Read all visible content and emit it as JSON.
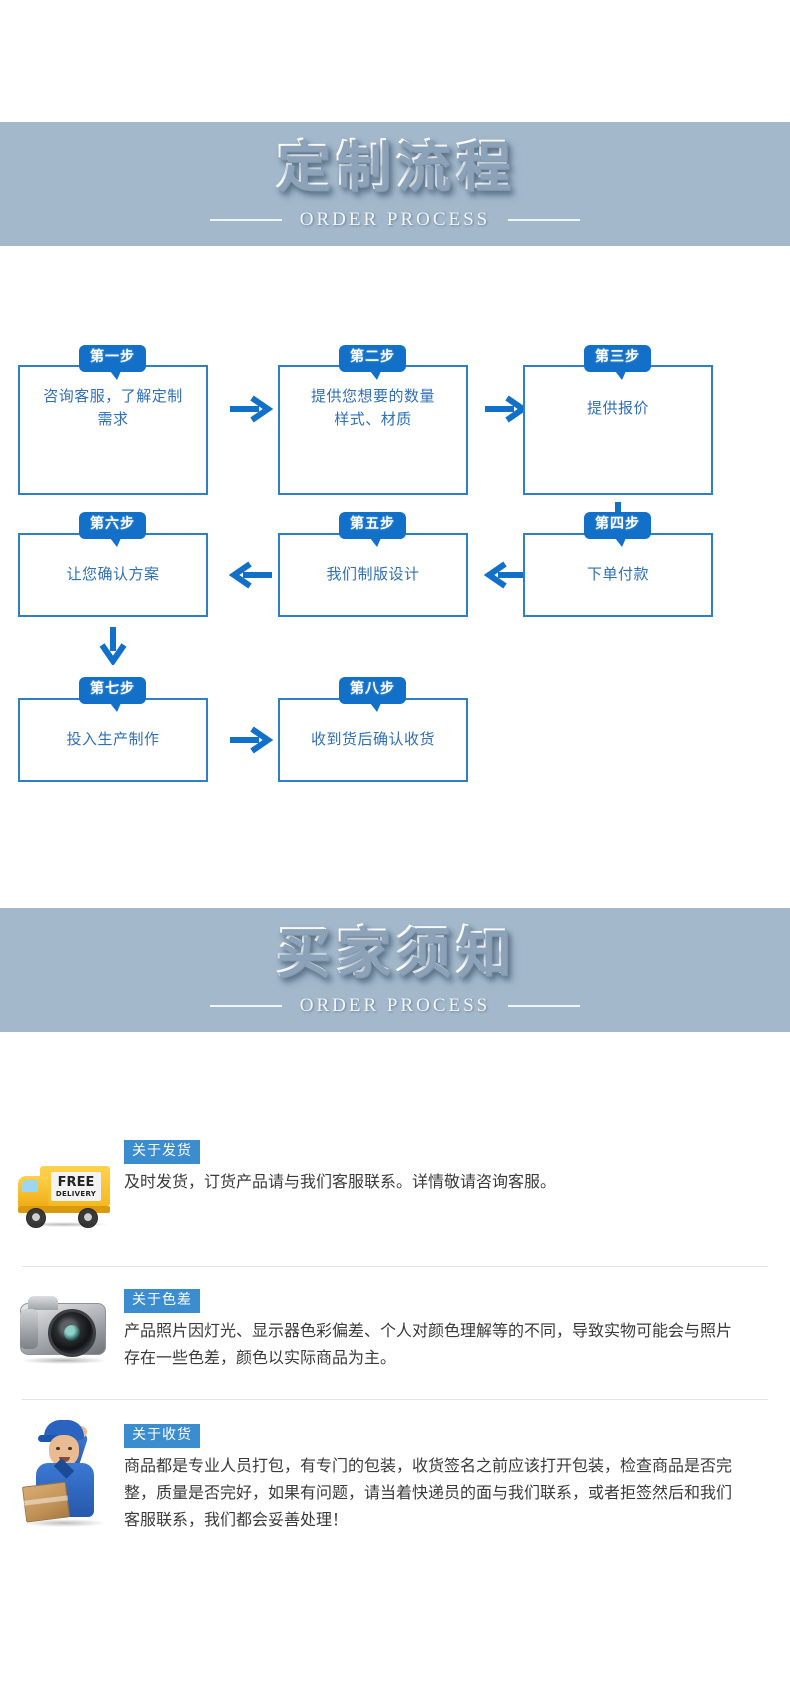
{
  "banners": [
    {
      "title": "定制流程",
      "subtitle": "ORDER PROCESS"
    },
    {
      "title": "买家须知",
      "subtitle": "ORDER PROCESS"
    }
  ],
  "flow": {
    "accent_color": "#1270c9",
    "box_border_color": "#2f7fc4",
    "text_color": "#2f6fb5",
    "steps": [
      {
        "badge": "第一步",
        "text": "咨询客服，了解定制\n需求"
      },
      {
        "badge": "第二步",
        "text": "提供您想要的数量\n样式、材质"
      },
      {
        "badge": "第三步",
        "text": "提供报价"
      },
      {
        "badge": "第四步",
        "text": "下单付款"
      },
      {
        "badge": "第五步",
        "text": "我们制版设计"
      },
      {
        "badge": "第六步",
        "text": "让您确认方案"
      },
      {
        "badge": "第七步",
        "text": "投入生产制作"
      },
      {
        "badge": "第八步",
        "text": "收到货后确认收货"
      }
    ],
    "arrows": [
      {
        "name": "arrow-step1-to-step2",
        "direction": "right"
      },
      {
        "name": "arrow-step2-to-step3",
        "direction": "right"
      },
      {
        "name": "arrow-step3-to-step4",
        "direction": "down"
      },
      {
        "name": "arrow-step4-to-step5",
        "direction": "left"
      },
      {
        "name": "arrow-step5-to-step6",
        "direction": "left"
      },
      {
        "name": "arrow-step6-to-step7",
        "direction": "down"
      },
      {
        "name": "arrow-step7-to-step8",
        "direction": "right"
      }
    ]
  },
  "notices": {
    "tag_color": "#3b8dd0",
    "items": [
      {
        "icon": "delivery-truck-icon",
        "icon_labels": {
          "line1": "FREE",
          "line2": "DELIVERY"
        },
        "tag": "关于发货",
        "body": "及时发货，订货产品请与我们客服联系。详情敬请咨询客服。"
      },
      {
        "icon": "camera-icon",
        "tag": "关于色差",
        "body": "产品照片因灯光、显示器色彩偏差、个人对颜色理解等的不同，导致实物可能会与照片存在一些色差，颜色以实际商品为主。"
      },
      {
        "icon": "courier-icon",
        "tag": "关于收货",
        "body": "商品都是专业人员打包，有专门的包装，收货签名之前应该打开包装，检查商品是否完整，质量是否完好，如果有问题，请当着快递员的面与我们联系，或者拒签然后和我们客服联系，我们都会妥善处理！"
      }
    ]
  }
}
